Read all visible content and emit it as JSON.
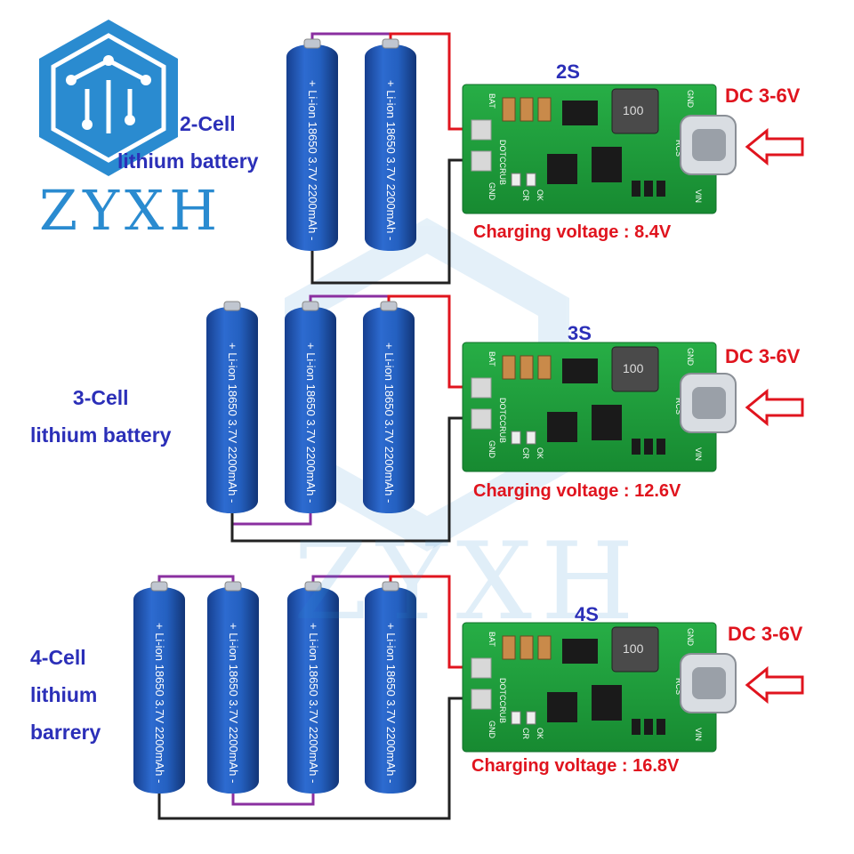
{
  "brand": {
    "name": "ZYXH",
    "logo_color": "#2a8bd0"
  },
  "colors": {
    "battery": "#1f55b5",
    "pcb": "#1e9d3a",
    "positive_wire": "#e0141e",
    "negative_wire": "#222222",
    "series_wire": "#8a2fa0",
    "label_blue": "#2b2fb8",
    "label_red": "#e0141e"
  },
  "battery_text": "+ Li-ion 18650 3.7V 2200mAh -",
  "pcb_silkscreen": {
    "bat": "BAT",
    "gnd_left": "GND",
    "dot": "DOTCCRUB",
    "gnd_right": "GND",
    "vin": "VIN",
    "rcs": "RCS",
    "ok": "OK",
    "cr": "CR",
    "inductor": "100"
  },
  "rows": [
    {
      "config": "2S",
      "cells": 2,
      "cell_label": [
        "2-Cell",
        "lithium battery"
      ],
      "input": "DC 3-6V",
      "charging_voltage": "Charging voltage : 8.4V"
    },
    {
      "config": "3S",
      "cells": 3,
      "cell_label": [
        "3-Cell",
        "lithium battery"
      ],
      "input": "DC 3-6V",
      "charging_voltage": "Charging voltage : 12.6V"
    },
    {
      "config": "4S",
      "cells": 4,
      "cell_label": [
        "4-Cell",
        "lithium",
        "barrery"
      ],
      "input": "DC 3-6V",
      "charging_voltage": "Charging voltage : 16.8V"
    }
  ]
}
